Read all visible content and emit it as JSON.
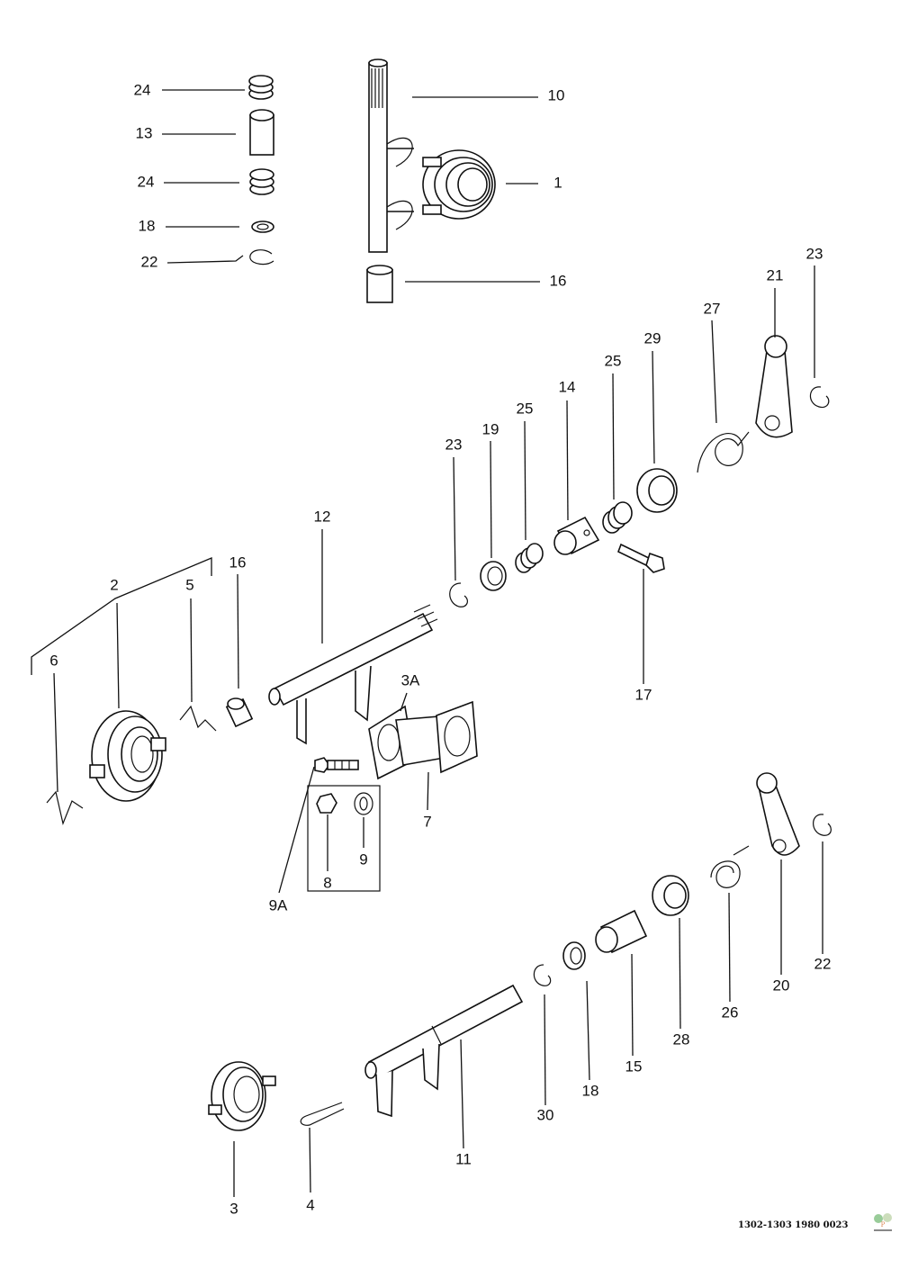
{
  "diagram": {
    "title": "Clutch release shaft and bearing parts",
    "callouts": [
      "24",
      "13",
      "24",
      "18",
      "22",
      "10",
      "1",
      "16",
      "23",
      "21",
      "27",
      "29",
      "25",
      "14",
      "25",
      "19",
      "23",
      "12",
      "16",
      "2",
      "5",
      "6",
      "3A",
      "17",
      "7",
      "9A",
      "8",
      "9",
      "22",
      "20",
      "26",
      "28",
      "15",
      "18",
      "30",
      "11",
      "3",
      "4"
    ],
    "drawing_code": "1302-1303 1980 0023",
    "logo_text": "Parts catalogue logo",
    "colors": {
      "ink": "#111111",
      "paper": "#ffffff"
    }
  }
}
